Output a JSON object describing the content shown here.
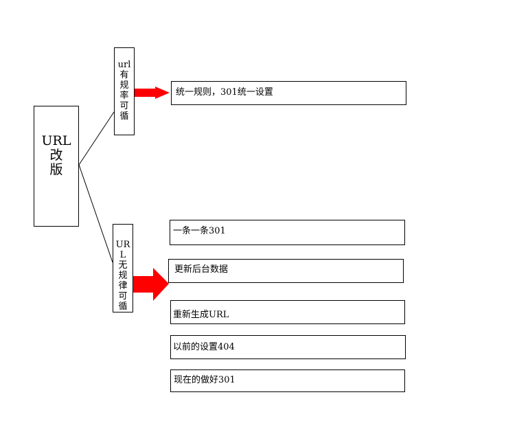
{
  "root": {
    "label": "URL\n改\n版"
  },
  "branches": [
    {
      "label": "url\n有\n规\n率\n可\n循",
      "items": [
        "统一规则，301统一设置"
      ]
    },
    {
      "label": "URL\n无\n规\n律\n可\n循",
      "items": [
        "一条一条301",
        "更新后台数据",
        "重新生成URL",
        "以前的设置404",
        "现在的做好301"
      ]
    }
  ],
  "colors": {
    "arrow": "#ff0000",
    "border": "#000000",
    "background": "#ffffff"
  }
}
